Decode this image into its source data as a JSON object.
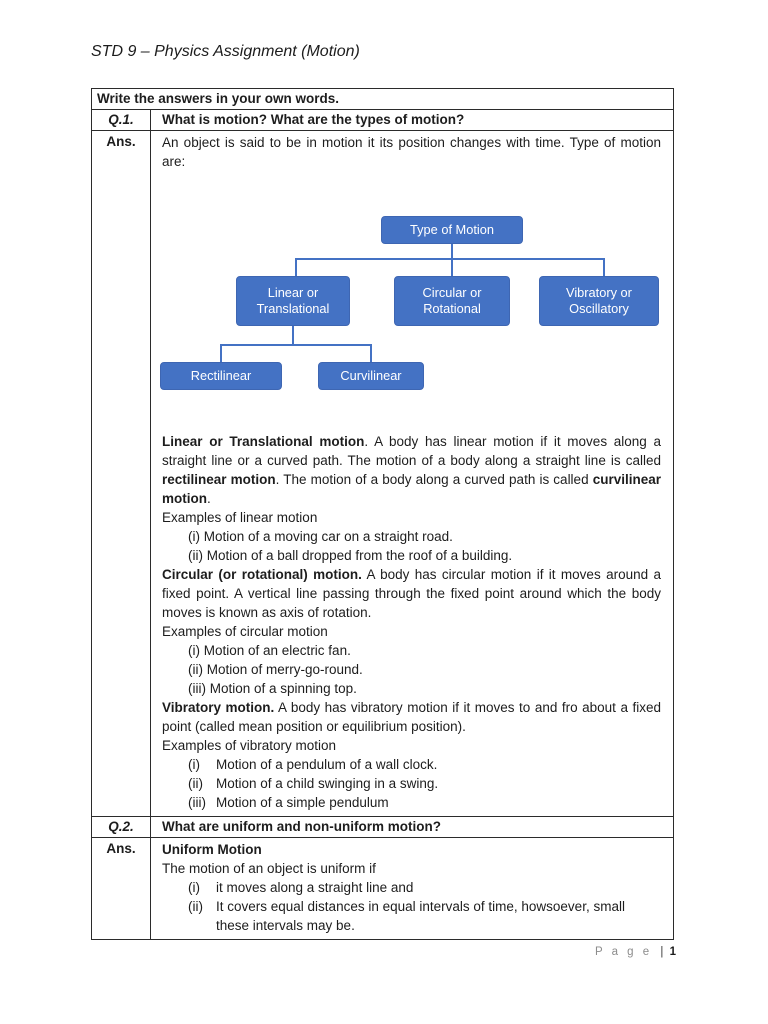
{
  "header": {
    "title": "STD 9 – Physics Assignment (Motion)"
  },
  "table": {
    "instruction": "Write the answers in your own words.",
    "q1": {
      "number": "Q.1.",
      "question": "What is motion? What are the types of motion?",
      "answer_label": "Ans.",
      "intro": "An object is said to be in motion it its position changes with time. Type of motion are:"
    },
    "q2": {
      "number": "Q.2.",
      "question": "What are uniform and non-uniform motion?",
      "answer_label": "Ans."
    }
  },
  "diagram": {
    "root": "Type of Motion",
    "level2": [
      "Linear or Translational",
      "Circular or Rotational",
      "Vibratory or Oscillatory"
    ],
    "level3": [
      "Rectilinear",
      "Curvilinear"
    ],
    "box_color": "#4472C4",
    "line_color": "#4472C4",
    "text_color": "#ffffff"
  },
  "answers": {
    "q1_body": [
      {
        "style": "justify",
        "segments": [
          {
            "b": true,
            "t": "Linear or Translational motion"
          },
          {
            "b": false,
            "t": ". A body has linear motion if it moves along a straight line or a curved path. The motion of a body along a straight line is called "
          },
          {
            "b": true,
            "t": "rectilinear motion"
          },
          {
            "b": false,
            "t": ". The motion of a body along a curved path is called "
          },
          {
            "b": true,
            "t": "curvilinear motion"
          },
          {
            "b": false,
            "t": "."
          }
        ]
      },
      {
        "style": "plain",
        "segments": [
          {
            "b": false,
            "t": "Examples of linear motion"
          }
        ]
      },
      {
        "style": "item",
        "marker": "(i)",
        "segments": [
          {
            "b": false,
            "t": "Motion of a moving car on a straight road."
          }
        ]
      },
      {
        "style": "item",
        "marker": "(ii)",
        "segments": [
          {
            "b": false,
            "t": "Motion of a ball dropped from the roof of a building."
          }
        ]
      },
      {
        "style": "justify",
        "segments": [
          {
            "b": true,
            "t": "Circular (or rotational) motion."
          },
          {
            "b": false,
            "t": " A body has circular motion if it moves around a fixed point. A vertical line passing through the fixed point around which the body moves is known as axis of rotation."
          }
        ]
      },
      {
        "style": "plain",
        "segments": [
          {
            "b": false,
            "t": "Examples of circular motion"
          }
        ]
      },
      {
        "style": "item",
        "marker": "(i)",
        "segments": [
          {
            "b": false,
            "t": "Motion of an electric fan."
          }
        ]
      },
      {
        "style": "item",
        "marker": "(ii)",
        "segments": [
          {
            "b": false,
            "t": "Motion of merry-go-round."
          }
        ]
      },
      {
        "style": "item",
        "marker": "(iii)",
        "segments": [
          {
            "b": false,
            "t": "Motion of a spinning top."
          }
        ]
      },
      {
        "style": "justify",
        "segments": [
          {
            "b": true,
            "t": "Vibratory motion."
          },
          {
            "b": false,
            "t": " A body has vibratory motion if it moves to and fro about a fixed point (called mean position or equilibrium position)."
          }
        ]
      },
      {
        "style": "plain",
        "segments": [
          {
            "b": false,
            "t": "Examples of vibratory motion"
          }
        ]
      },
      {
        "style": "item-fixed",
        "marker": "(i)",
        "segments": [
          {
            "b": false,
            "t": "Motion of a pendulum of a wall clock."
          }
        ]
      },
      {
        "style": "item-fixed",
        "marker": "(ii)",
        "segments": [
          {
            "b": false,
            "t": "Motion of a child swinging in a swing."
          }
        ]
      },
      {
        "style": "item-fixed",
        "marker": "(iii)",
        "segments": [
          {
            "b": false,
            "t": "Motion of a simple pendulum"
          }
        ]
      }
    ],
    "q2_body": [
      {
        "style": "plain",
        "segments": [
          {
            "b": true,
            "t": "Uniform Motion"
          }
        ]
      },
      {
        "style": "plain",
        "segments": [
          {
            "b": false,
            "t": "The motion of an object is uniform if"
          }
        ]
      },
      {
        "style": "item-fixed",
        "marker": "(i)",
        "segments": [
          {
            "b": false,
            "t": "it moves along a straight line and"
          }
        ]
      },
      {
        "style": "item-fixed",
        "marker": "(ii)",
        "segments": [
          {
            "b": false,
            "t": "It covers equal distances in equal intervals of time, howsoever, small these intervals may be."
          }
        ]
      }
    ]
  },
  "footer": {
    "label": "P a g e",
    "separator": "|",
    "number": "1"
  }
}
